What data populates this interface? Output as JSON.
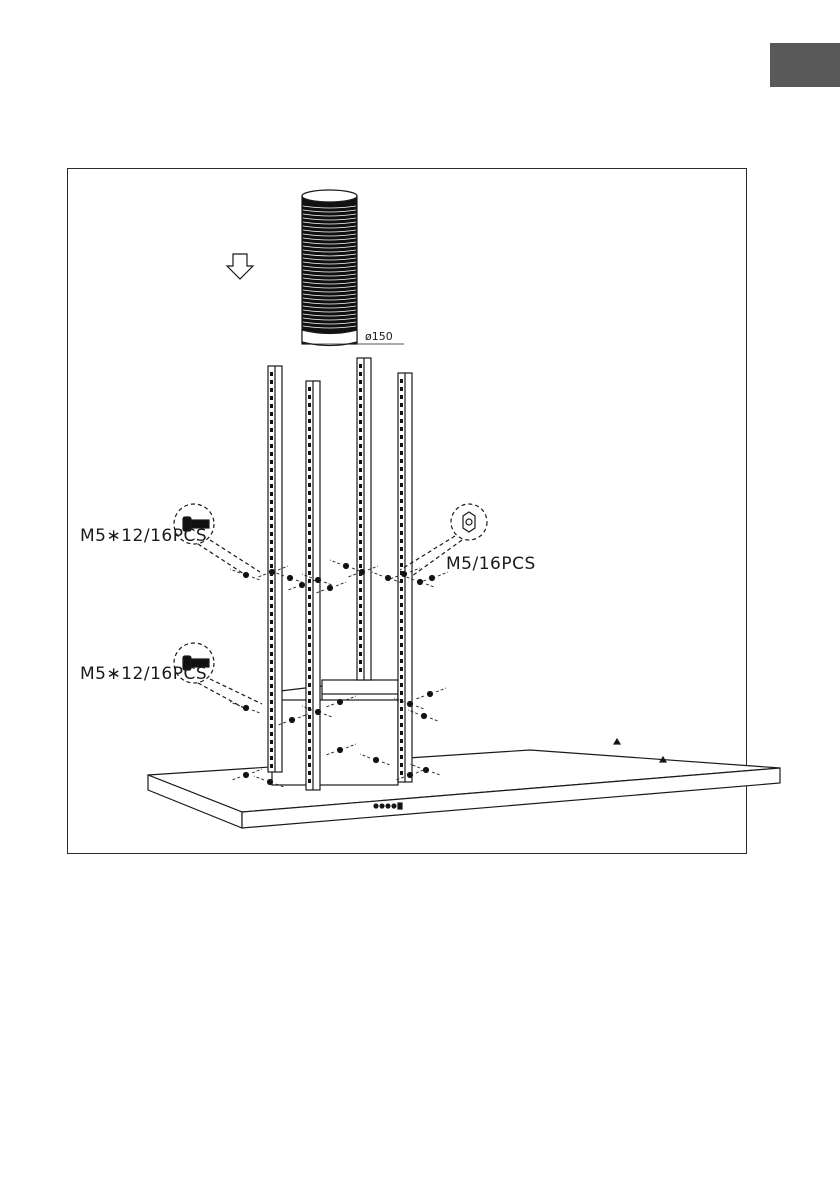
{
  "page": {
    "language_tab_color": "#595959"
  },
  "figure": {
    "duct_diameter_label": "ø150",
    "screw_label_top": "M5∗12/16PCS",
    "screw_label_bottom": "M5∗12/16PCS",
    "nut_label": "M5/16PCS",
    "arrow_icon": "down-arrow-icon",
    "screw_icon": "screw-icon",
    "nut_icon": "hex-nut-icon"
  }
}
